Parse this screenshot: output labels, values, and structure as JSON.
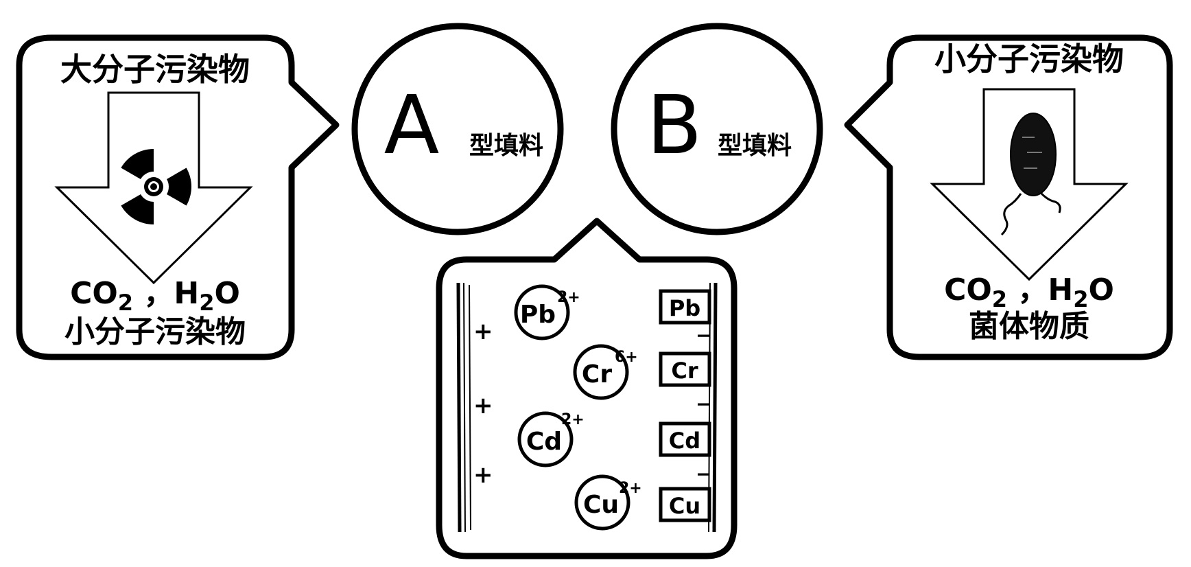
{
  "left_panel": {
    "title": "大分子污染物",
    "product_line1": {
      "co": "CO",
      "co_sub": "2",
      "comma": " ，",
      "h": "H",
      "h_sub": "2",
      "o": "O"
    },
    "product_line2": "小分子污染物",
    "icon": "radiation-hazard-icon"
  },
  "circle_a": {
    "letter": "A",
    "caption": "型填料"
  },
  "circle_b": {
    "letter": "B",
    "caption": "型填料"
  },
  "right_panel": {
    "title": "小分子污染物",
    "product_line1": {
      "co": "CO",
      "co_sub": "2",
      "comma": " ，",
      "h": "H",
      "h_sub": "2",
      "o": "O"
    },
    "product_line2": "菌体物质",
    "icon": "bacterium-icon"
  },
  "bottom_panel": {
    "wall_charge_left": "+",
    "wall_charge_right": "−",
    "ions": [
      {
        "symbol": "Pb",
        "charge": "2+"
      },
      {
        "symbol": "Cr",
        "charge": "6+"
      },
      {
        "symbol": "Cd",
        "charge": "2+"
      },
      {
        "symbol": "Cu",
        "charge": "2+"
      }
    ],
    "bound": [
      "Pb",
      "Cr",
      "Cd",
      "Cu"
    ]
  }
}
